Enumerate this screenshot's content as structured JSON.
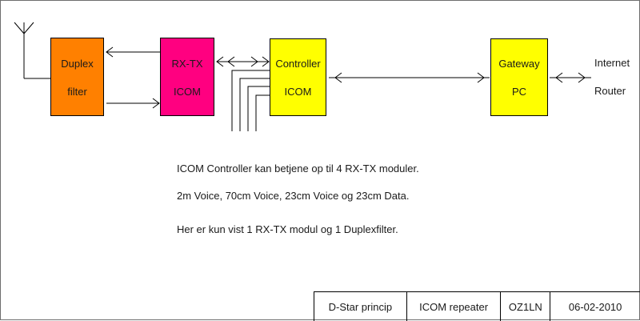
{
  "blocks": {
    "duplex": {
      "line1": "Duplex",
      "line2": "filter",
      "color": "#ff8000"
    },
    "rxtx": {
      "line1": "RX-TX",
      "line2": "ICOM",
      "color": "#ff0080"
    },
    "controller": {
      "line1": "Controller",
      "line2": "ICOM",
      "color": "#ffff00"
    },
    "gateway": {
      "line1": "Gateway",
      "line2": "PC",
      "color": "#ffff00"
    }
  },
  "external": {
    "internet": "Internet",
    "router": "Router"
  },
  "notes": [
    "ICOM Controller kan betjene op til 4 RX-TX moduler.",
    "2m Voice, 70cm Voice, 23cm Voice og 23cm Data.",
    "Her er kun vist 1 RX-TX modul og 1 Duplexfilter."
  ],
  "title_block": [
    "D-Star princip",
    "ICOM repeater",
    "OZ1LN",
    "06-02-2010"
  ],
  "icons": [
    "antenna-icon",
    "arrow-icon"
  ]
}
